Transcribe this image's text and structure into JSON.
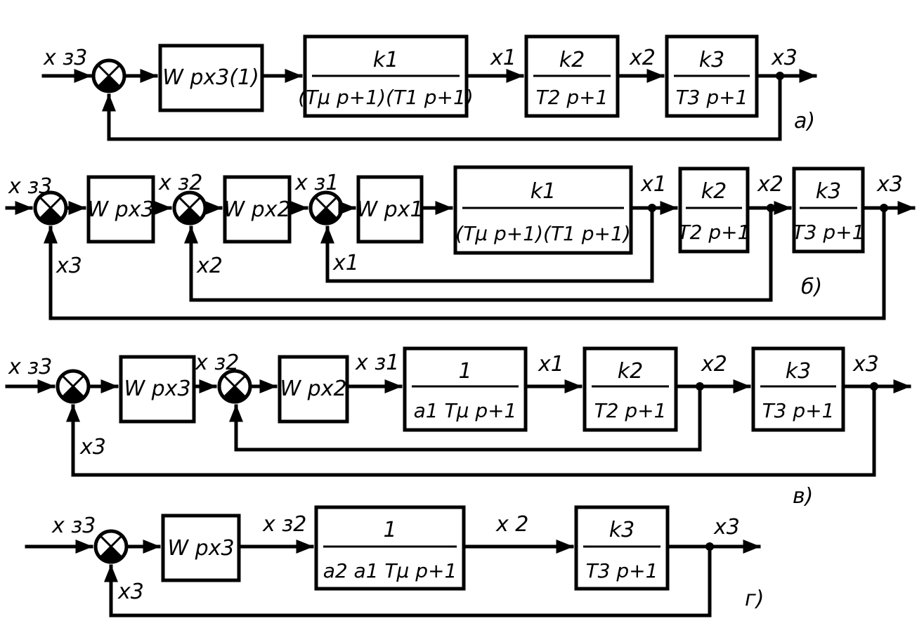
{
  "panel_a": {
    "input": "x з3",
    "block1": "W рх3(1)",
    "block2_num": "k1",
    "block2_den": "(Tμ p+1)(T1 p+1)",
    "x1": "x1",
    "block3_num": "k2",
    "block3_den": "T2 p+1",
    "x2": "x2",
    "block4_num": "k3",
    "block4_den": "T3 p+1",
    "x3": "x3",
    "label": "а)"
  },
  "panel_b": {
    "input": "x з3",
    "block1": "W рх3",
    "xz2": "x з2",
    "block2": "W рх2",
    "xz1": "x з1",
    "block3": "W рх1",
    "block4_num": "k1",
    "block4_den": "(Tμ p+1)(T1 p+1)",
    "x1": "x1",
    "block5_num": "k2",
    "block5_den": "T2 p+1",
    "x2": "x2",
    "block6_num": "k3",
    "block6_den": "T3 p+1",
    "x3": "x3",
    "fb3": "x3",
    "fb2": "x2",
    "fb1": "x1",
    "label": "б)"
  },
  "panel_v": {
    "input": "x з3",
    "block1": "W рх3",
    "xz2": "x з2",
    "block2": "W рх2",
    "xz1": "x з1",
    "block3_num": "1",
    "block3_den": "a1 Tμ p+1",
    "x1": "x1",
    "block4_num": "k2",
    "block4_den": "T2 p+1",
    "x2": "x2",
    "block5_num": "k3",
    "block5_den": "T3 p+1",
    "x3": "x3",
    "fb3": "x3",
    "label": "в)"
  },
  "panel_g": {
    "input": "x з3",
    "block1": "W рх3",
    "xz2": "x з2",
    "block2_num": "1",
    "block2_den": "a2 a1 Tμ p+1",
    "x2": "x 2",
    "block3_num": "k3",
    "block3_den": "T3 p+1",
    "x3": "x3",
    "fb3": "x3",
    "label": "г)"
  }
}
